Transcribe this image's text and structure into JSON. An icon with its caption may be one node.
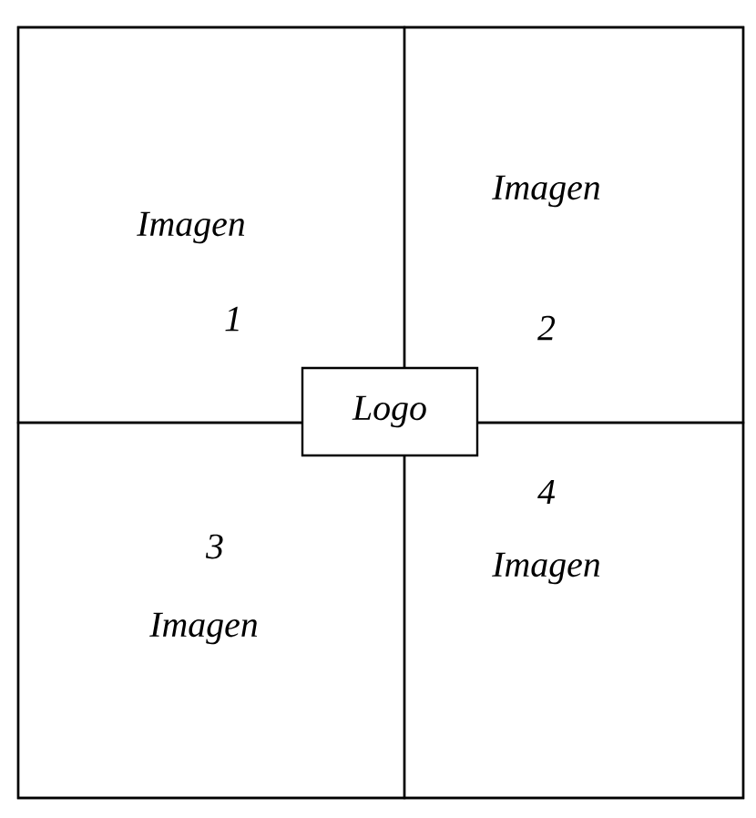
{
  "diagram": {
    "nodes": [
      {
        "text": [],
        "shape": "box"
      },
      {
        "text": [
          "Imagen",
          "1"
        ],
        "in": 0
      },
      {
        "text": [
          "Imagen",
          "2"
        ],
        "in": 0
      },
      {
        "text": [
          "3",
          "Imagen"
        ],
        "in": 0
      },
      {
        "text": [
          "4",
          "Imagen"
        ],
        "in": 0
      },
      {
        "text": [
          "Logo"
        ],
        "in": 0
      }
    ],
    "edges": []
  }
}
